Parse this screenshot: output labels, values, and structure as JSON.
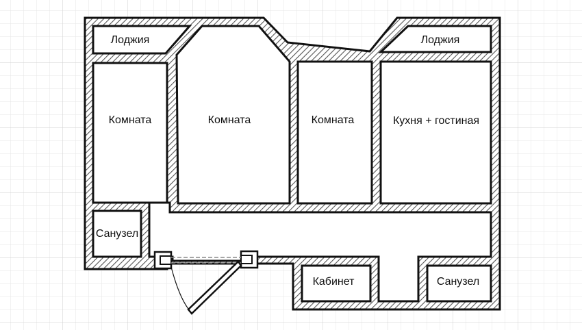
{
  "colors": {
    "background": "#ffffff",
    "grid_minor": "#e6e6e6",
    "grid_major": "#cfcfcf",
    "wall_outline": "#111111",
    "wall_hatch": "#555555",
    "room_fill": "#ffffff"
  },
  "rooms": {
    "loggia_left": "Лоджия",
    "loggia_right": "Лоджия",
    "room_1": "Комната",
    "room_2": "Комната",
    "room_3": "Комната",
    "kitchen_living": "Кухня + гостиная",
    "bathroom_left": "Санузел",
    "study": "Кабинет",
    "bathroom_right": "Санузел"
  },
  "icons": {
    "entrance_door": "door-swing-icon"
  }
}
